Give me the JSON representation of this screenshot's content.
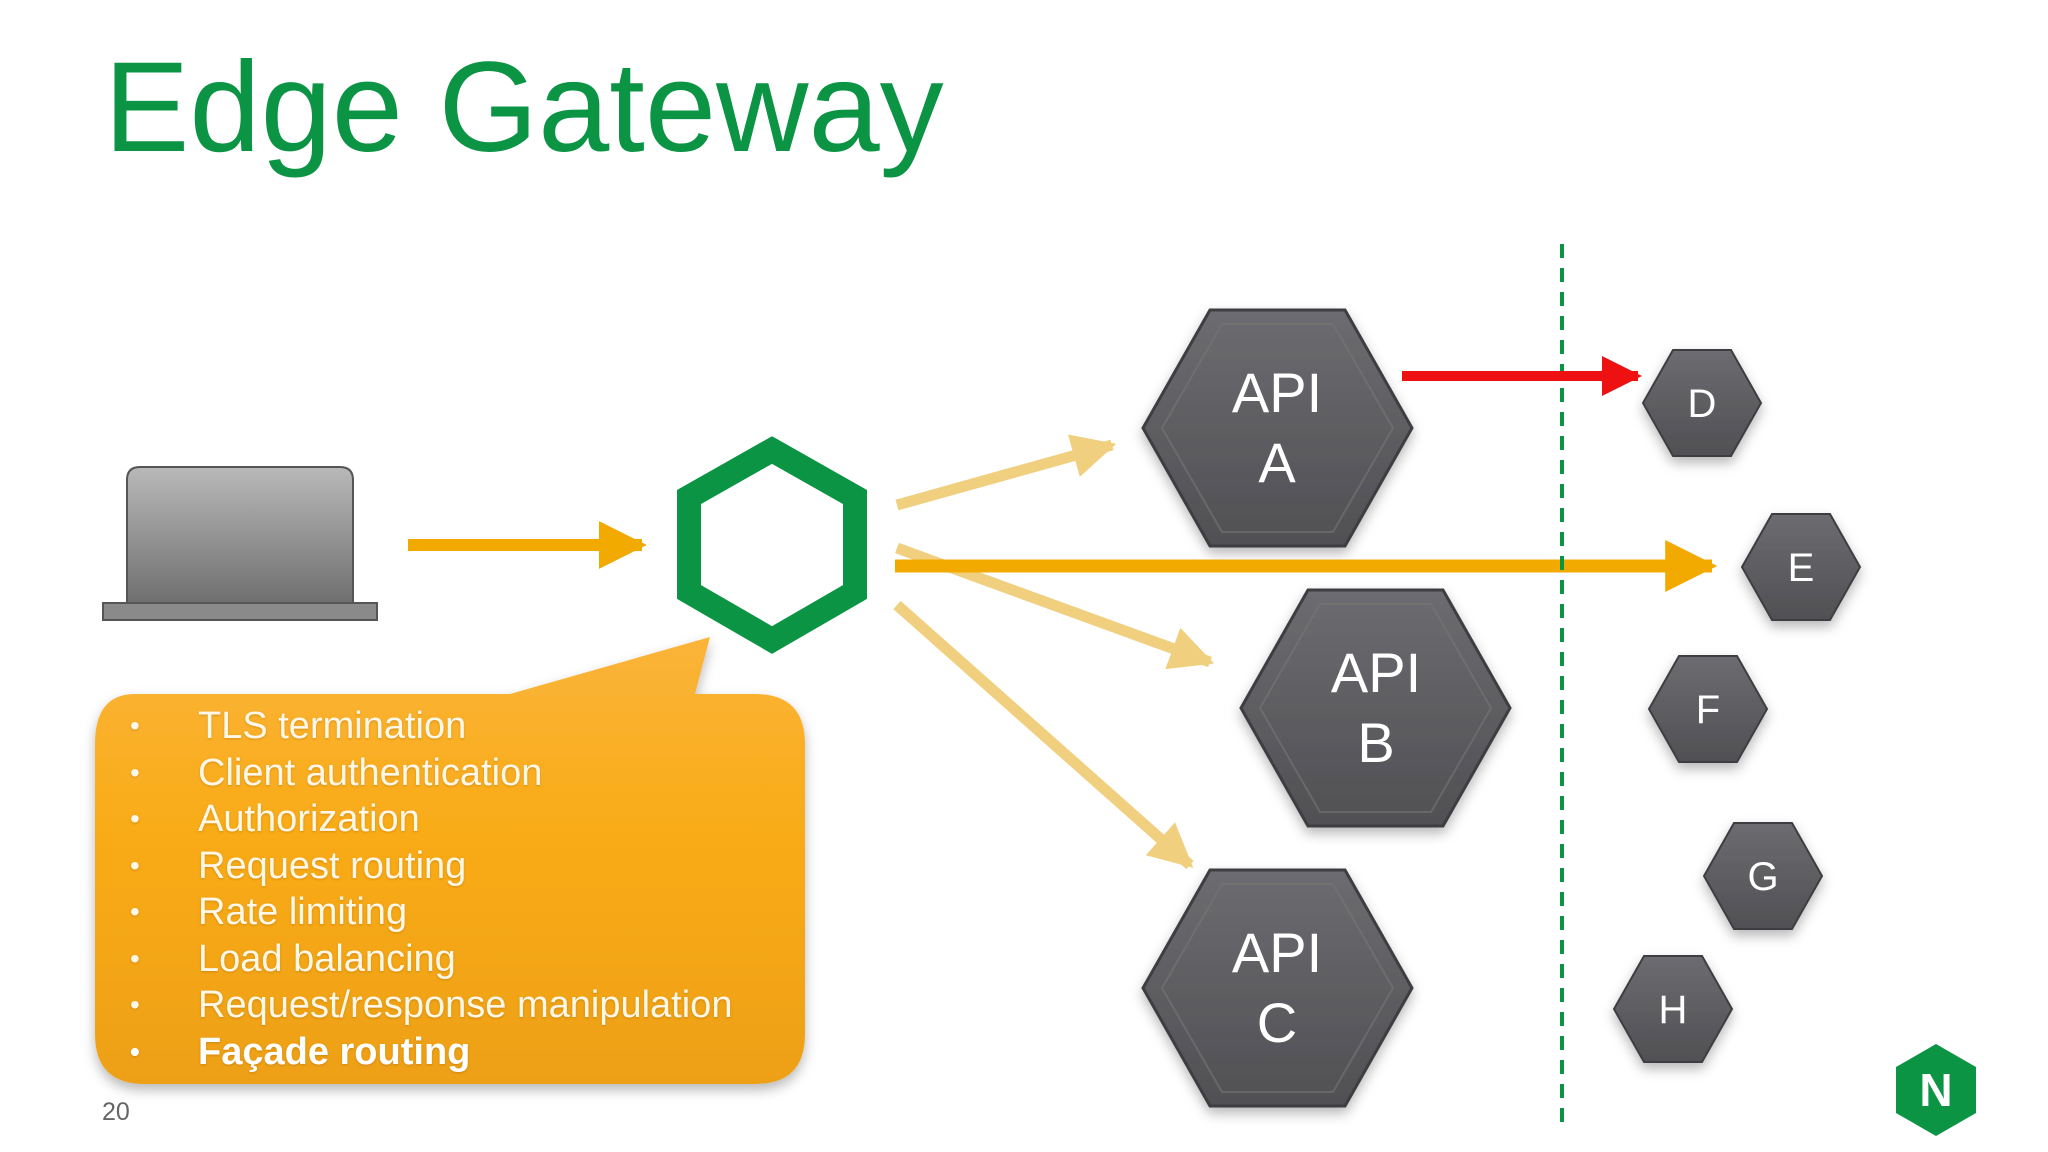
{
  "slide": {
    "title": "Edge Gateway",
    "page_number": "20"
  },
  "features": [
    {
      "label": "TLS termination",
      "bold": false
    },
    {
      "label": "Client authentication",
      "bold": false
    },
    {
      "label": "Authorization",
      "bold": false
    },
    {
      "label": "Request routing",
      "bold": false
    },
    {
      "label": "Rate limiting",
      "bold": false
    },
    {
      "label": "Load balancing",
      "bold": false
    },
    {
      "label": "Request/response manipulation",
      "bold": false
    },
    {
      "label": "Façade routing",
      "bold": true
    }
  ],
  "apis": [
    {
      "line1": "API",
      "line2": "A"
    },
    {
      "line1": "API",
      "line2": "B"
    },
    {
      "line1": "API",
      "line2": "C"
    }
  ],
  "services": [
    "D",
    "E",
    "F",
    "G",
    "H"
  ],
  "logo": {
    "letter": "N"
  },
  "colors": {
    "title": "#0b9444",
    "gateway": "#0b9444",
    "arrow_primary": "#f2aa00",
    "arrow_faded": "#f0cf7e",
    "arrow_blocked": "#ee1111",
    "hexagon": "#5e5e63",
    "callout": "#f7a71b",
    "boundary": "#0b9444"
  },
  "icons": [
    "laptop-icon",
    "gateway-hexagon-icon",
    "nginx-logo-icon"
  ]
}
